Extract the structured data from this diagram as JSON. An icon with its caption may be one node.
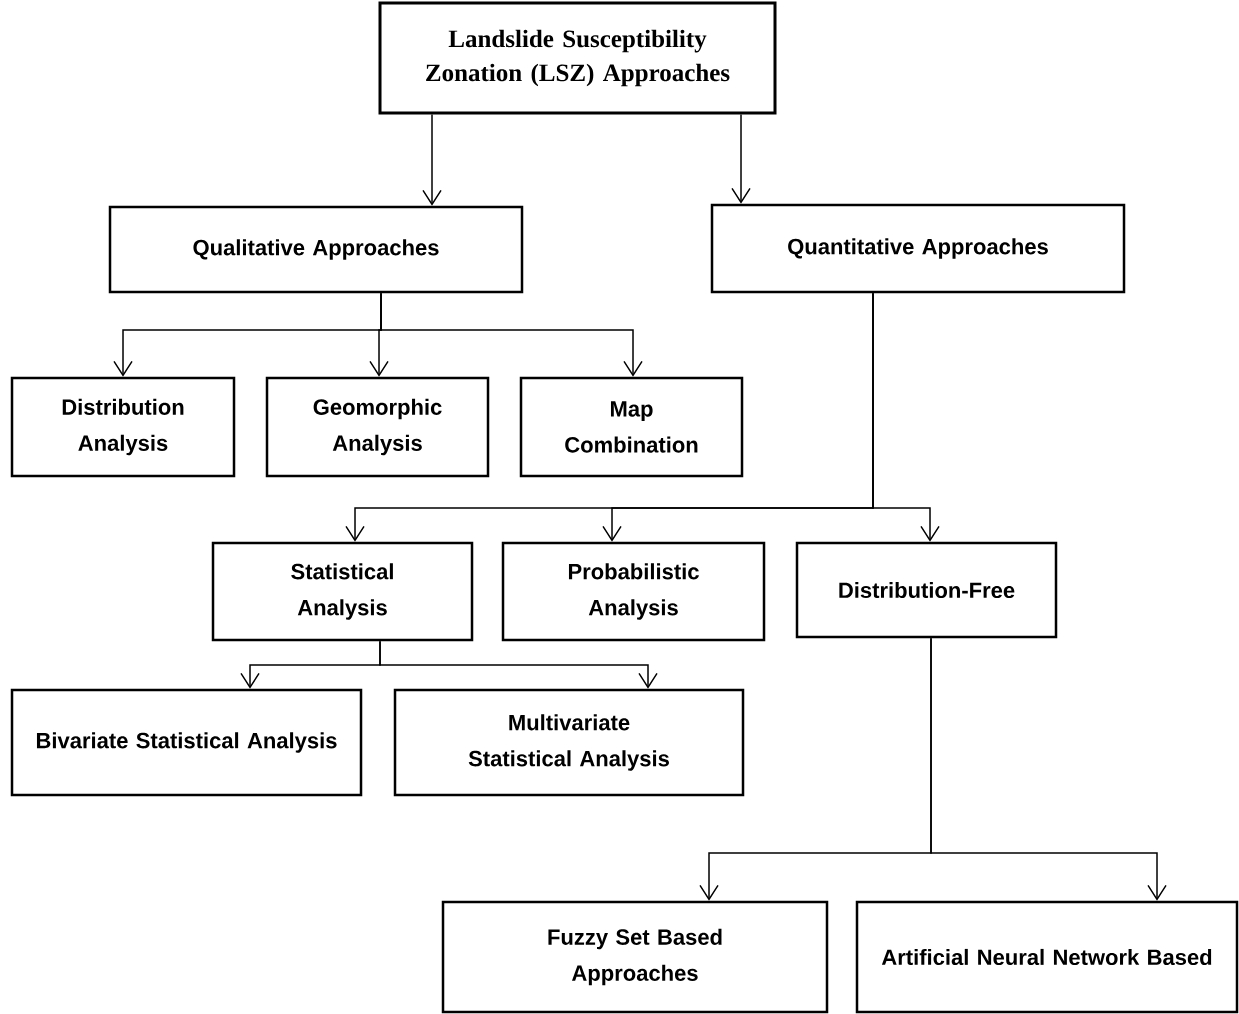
{
  "diagram": {
    "nodes": [
      {
        "text": [
          "Landslide Susceptibility Zonation (LSZ) Approaches"
        ]
      },
      {
        "text": [
          "Qualitative Approaches"
        ]
      },
      {
        "text": [
          "Quantitative Approaches"
        ]
      },
      {
        "text": [
          "Distribution Analysis"
        ]
      },
      {
        "text": [
          "Geomorphic Analysis"
        ]
      },
      {
        "text": [
          "Map Combination"
        ]
      },
      {
        "text": [
          "Statistical Analysis"
        ]
      },
      {
        "text": [
          "Probabilistic Analysis"
        ]
      },
      {
        "text": [
          "Distribution-Free"
        ]
      },
      {
        "text": [
          "Bivariate Statistical Analysis"
        ]
      },
      {
        "text": [
          "Multivariate Statistical Analysis"
        ]
      },
      {
        "text": [
          "Fuzzy Set Based Approaches"
        ]
      },
      {
        "text": [
          "Artificial Neural Network Based"
        ]
      }
    ],
    "edges": [
      {
        "from": 0,
        "to": 1,
        "arrow": "to"
      },
      {
        "from": 0,
        "to": 2,
        "arrow": "to"
      },
      {
        "from": 1,
        "to": 3,
        "arrow": "to"
      },
      {
        "from": 1,
        "to": 4,
        "arrow": "to"
      },
      {
        "from": 1,
        "to": 5,
        "arrow": "to"
      },
      {
        "from": 2,
        "to": 6,
        "arrow": "to"
      },
      {
        "from": 2,
        "to": 7,
        "arrow": "to"
      },
      {
        "from": 2,
        "to": 8,
        "arrow": "to"
      },
      {
        "from": 6,
        "to": 9,
        "arrow": "to"
      },
      {
        "from": 6,
        "to": 10,
        "arrow": "to"
      },
      {
        "from": 8,
        "to": 11,
        "arrow": "to"
      },
      {
        "from": 8,
        "to": 12,
        "arrow": "to"
      }
    ]
  }
}
